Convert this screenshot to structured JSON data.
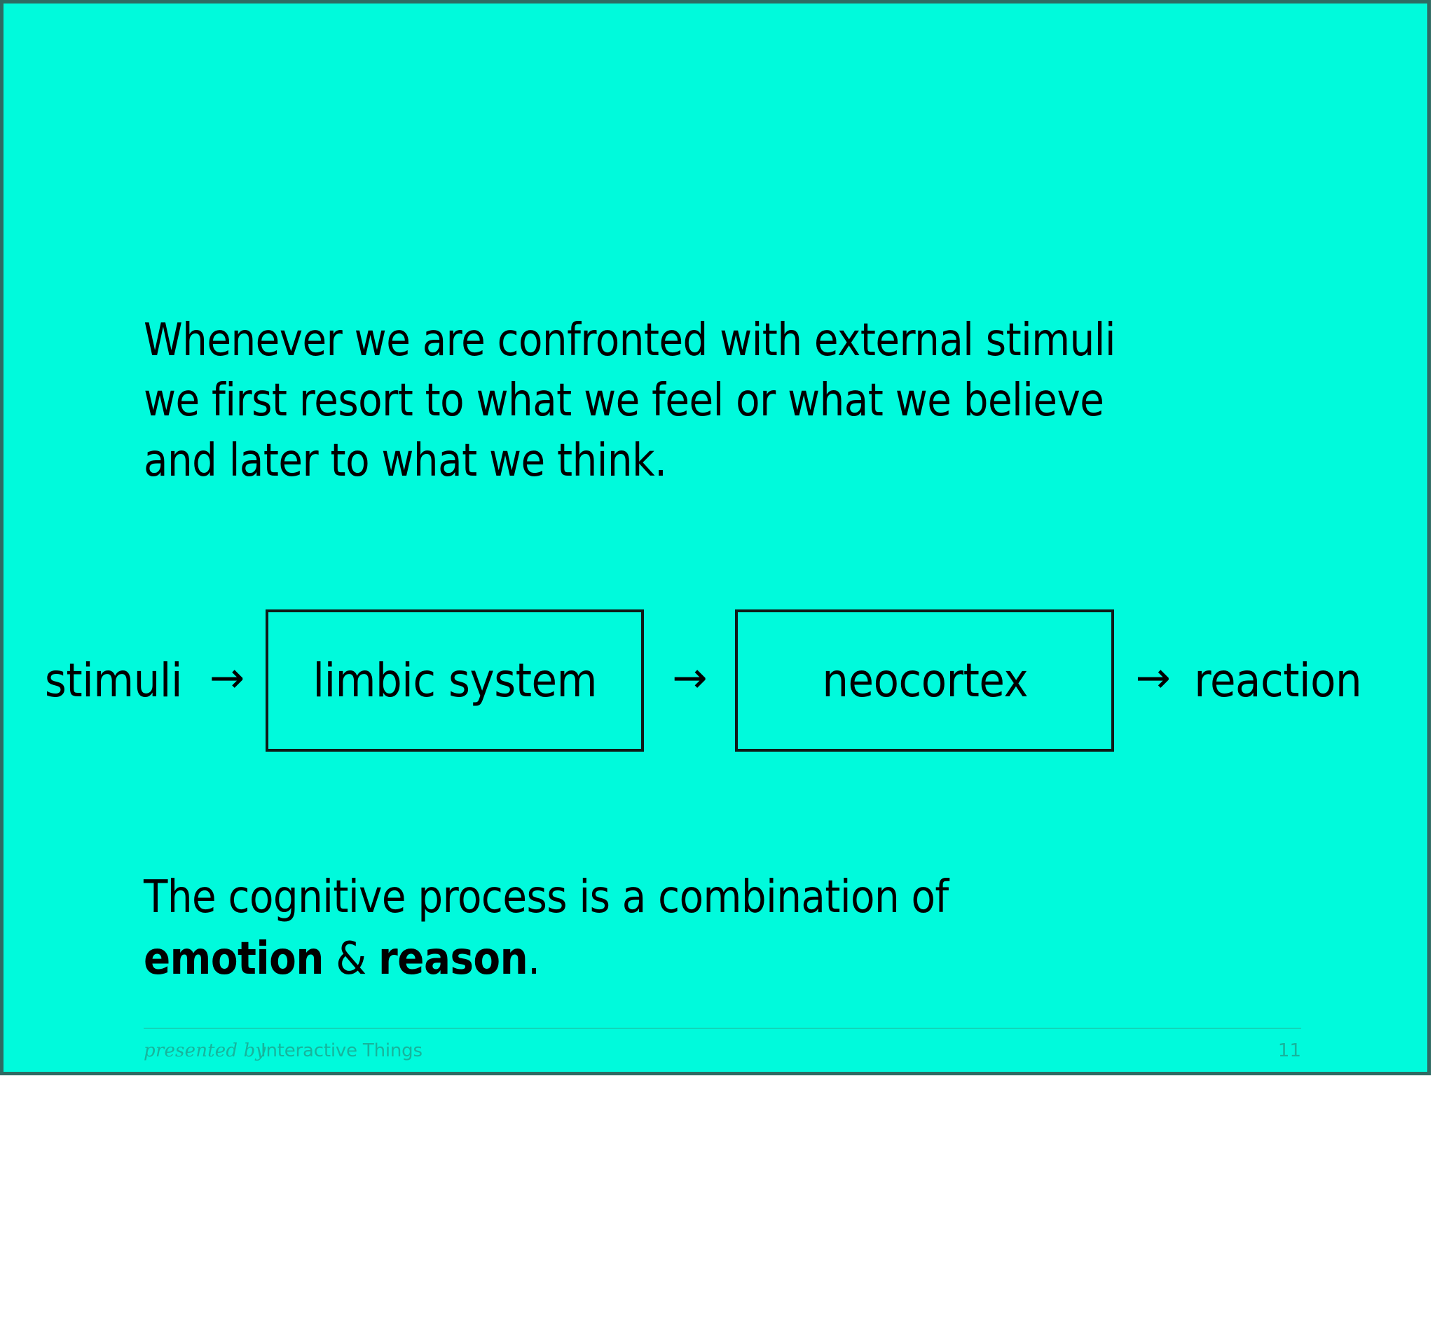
{
  "slide": {
    "background_color": "#00fadc",
    "border_color": "#2e6b63",
    "text_color": "#000000",
    "intro_paragraph": "Whenever we are confronted with external stimuli we first resort to what we feel or what we believe and later to what we think.",
    "outro": {
      "line_1": "The cognitive process is a combination of",
      "bold_1": "emotion",
      "ampersand": " & ",
      "bold_2": "reason",
      "period": "."
    }
  },
  "diagram": {
    "type": "flow",
    "input_label": "stimuli",
    "arrow_glyph": "→",
    "nodes": [
      {
        "label": "limbic system"
      },
      {
        "label": "neocortex"
      }
    ],
    "output_label": "reaction"
  },
  "footer": {
    "presented_by": "presented by",
    "brand": "Interactive Things",
    "page_number": "11",
    "color": "#17b49c"
  }
}
